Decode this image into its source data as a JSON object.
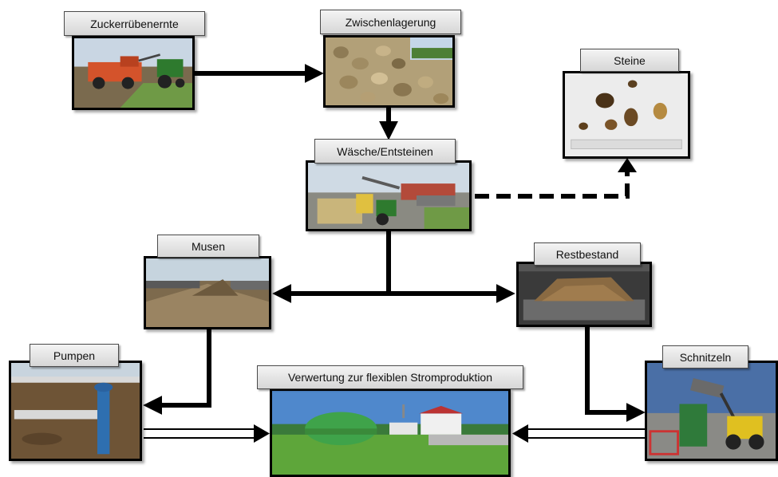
{
  "nodes": {
    "harvest": "Zuckerrübenernte",
    "storage": "Zwischenlagerung",
    "stones": "Steine",
    "washing": "Wäsche/Entsteinen",
    "mash": "Musen",
    "remainder": "Restbestand",
    "pumping": "Pumpen",
    "chopping": "Schnitzeln",
    "utilization": "Verwertung zur flexiblen Stromproduktion"
  },
  "colors": {
    "arrow": "#000000",
    "label_bg_top": "#f4f4f4",
    "label_bg_bottom": "#d6d6d6",
    "biogas_dome": "#3fa34a"
  }
}
